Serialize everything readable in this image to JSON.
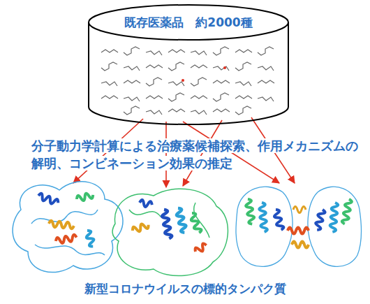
{
  "diagram": {
    "nodes": [
      {
        "text": [
          "既存医薬品　約2000種"
        ]
      }
    ],
    "labels": [
      "分子動力学計算による治療薬候補探索、作用メカニズムの解明、コンビネーション効果の推定",
      "新型コロナウイルスの標的タンパク質"
    ]
  }
}
